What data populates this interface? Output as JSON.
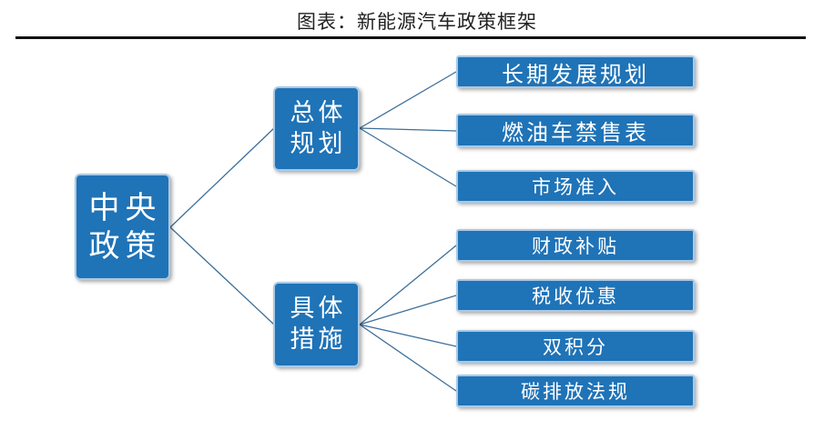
{
  "title": "图表：新能源汽车政策框架",
  "root": {
    "label": "中央政策"
  },
  "branches": [
    {
      "label": "总体规划",
      "leaves": [
        "长期发展规划",
        "燃油车禁售表",
        "市场准入"
      ]
    },
    {
      "label": "具体措施",
      "leaves": [
        "财政补贴",
        "税收优惠",
        "双积分",
        "碳排放法规"
      ]
    }
  ],
  "colors": {
    "box_fill": "#1f73b7",
    "box_border": "#aac9e6",
    "text": "#ffffff",
    "connector": "#3d6f99"
  }
}
